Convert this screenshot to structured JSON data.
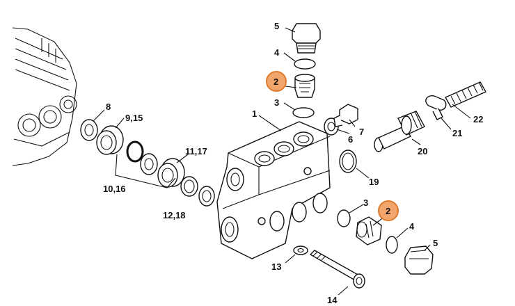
{
  "callouts": [
    {
      "id": "c5top",
      "text": "5"
    },
    {
      "id": "c4top",
      "text": "4"
    },
    {
      "id": "c2top",
      "text": "2"
    },
    {
      "id": "c3top",
      "text": "3"
    },
    {
      "id": "c1",
      "text": "1"
    },
    {
      "id": "c8",
      "text": "8"
    },
    {
      "id": "c915",
      "text": "9,15"
    },
    {
      "id": "c7",
      "text": "7"
    },
    {
      "id": "c6",
      "text": "6"
    },
    {
      "id": "c20",
      "text": "20"
    },
    {
      "id": "c21",
      "text": "21"
    },
    {
      "id": "c22",
      "text": "22"
    },
    {
      "id": "c1117",
      "text": "11,17"
    },
    {
      "id": "c1016",
      "text": "10,16"
    },
    {
      "id": "c19",
      "text": "19"
    },
    {
      "id": "c1218",
      "text": "12,18"
    },
    {
      "id": "c3bot",
      "text": "3"
    },
    {
      "id": "c2bot",
      "text": "2"
    },
    {
      "id": "c4bot",
      "text": "4"
    },
    {
      "id": "c5bot",
      "text": "5"
    },
    {
      "id": "c13",
      "text": "13"
    },
    {
      "id": "c14",
      "text": "14"
    }
  ],
  "highlight_color": "#f2a66b",
  "highlight_stroke": "#e07a2e"
}
